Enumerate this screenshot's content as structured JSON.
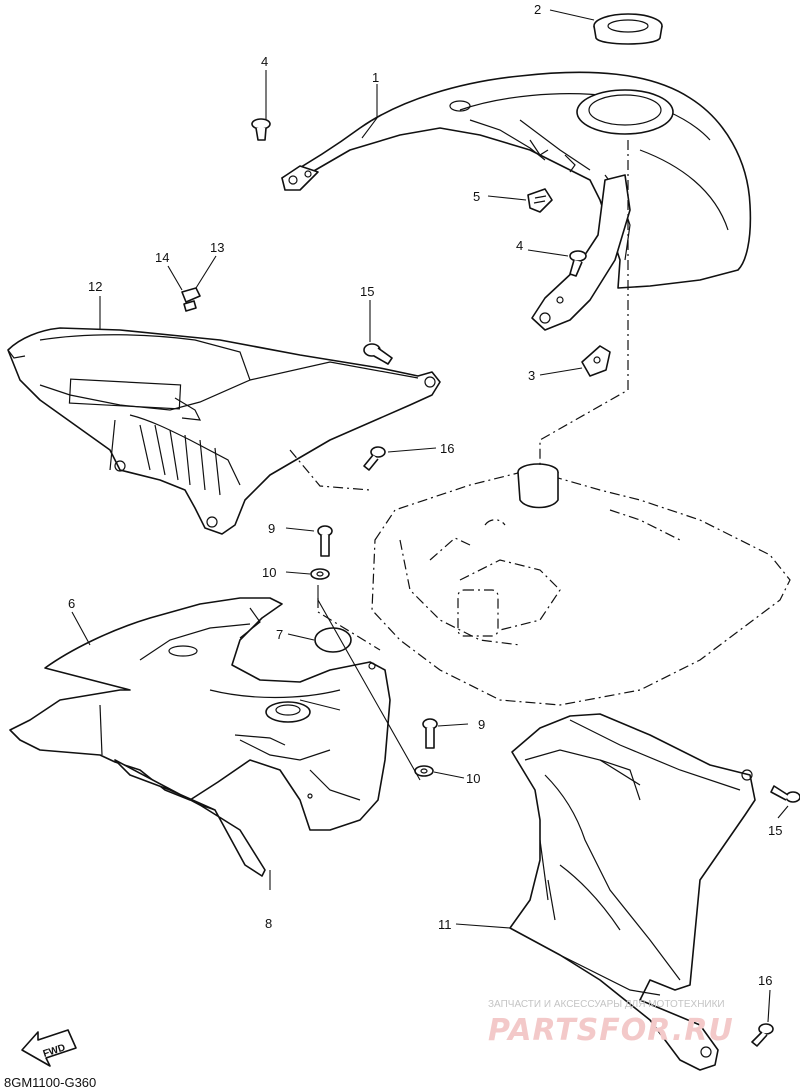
{
  "diagram": {
    "code": "8GM1100-G360",
    "fwd_label": "FWD",
    "callouts": [
      "1",
      "2",
      "3",
      "4",
      "4",
      "5",
      "6",
      "7",
      "8",
      "9",
      "9",
      "10",
      "10",
      "11",
      "12",
      "13",
      "14",
      "15",
      "15",
      "16",
      "16"
    ]
  },
  "watermark": {
    "caption": "ЗАПЧАСТИ И АКСЕССУАРЫ ДЛЯ МОТОТЕХНИКИ",
    "brand": "PARTSFOR.RU"
  }
}
